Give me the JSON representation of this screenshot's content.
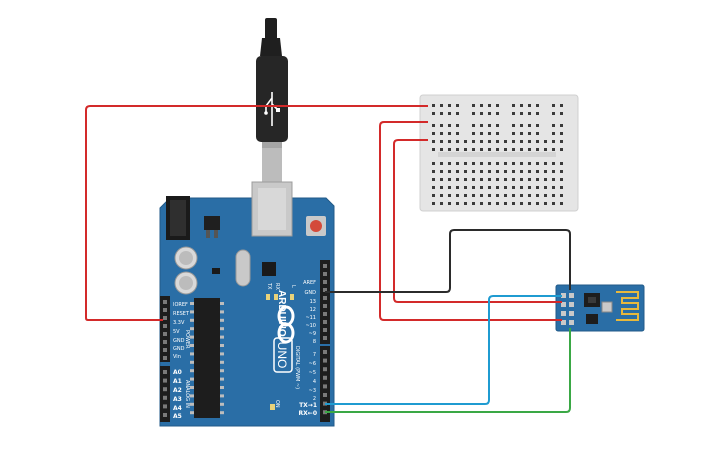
{
  "board": {
    "brand_text": "ARDUINO",
    "model_text": "UNO",
    "header_top_labels": [
      "AREF",
      "GND",
      "13",
      "12",
      "~11",
      "~10",
      "~9",
      "8"
    ],
    "header_bottom_labels": [
      "7",
      "~6",
      "~5",
      "4",
      "~3",
      "2",
      "TX→1",
      "RX←0"
    ],
    "digital_label": "DIGITAL (PWM ~)",
    "power_labels": [
      "IOREF",
      "RESET",
      "3.3V",
      "5V",
      "GND",
      "GND",
      "Vin"
    ],
    "power_label": "POWER",
    "analog_labels": [
      "A0",
      "A1",
      "A2",
      "A3",
      "A4",
      "A5"
    ],
    "analog_label": "ANALOG IN",
    "led_labels": [
      "TX",
      "RX",
      "L"
    ],
    "on_label": "ON"
  },
  "colors": {
    "board": "#2a6ea6",
    "wire_red": "#d32a2a",
    "wire_black": "#2b2b2b",
    "wire_blue": "#1f9bd1",
    "wire_green": "#3aa845",
    "breadboard": "#e5e5e5",
    "esp_board": "#2a6ea6"
  },
  "icons": {
    "usb_cable": "usb-b-cable-icon",
    "arduino_logo": "infinity-logo-icon",
    "antenna": "pcb-antenna-icon"
  }
}
